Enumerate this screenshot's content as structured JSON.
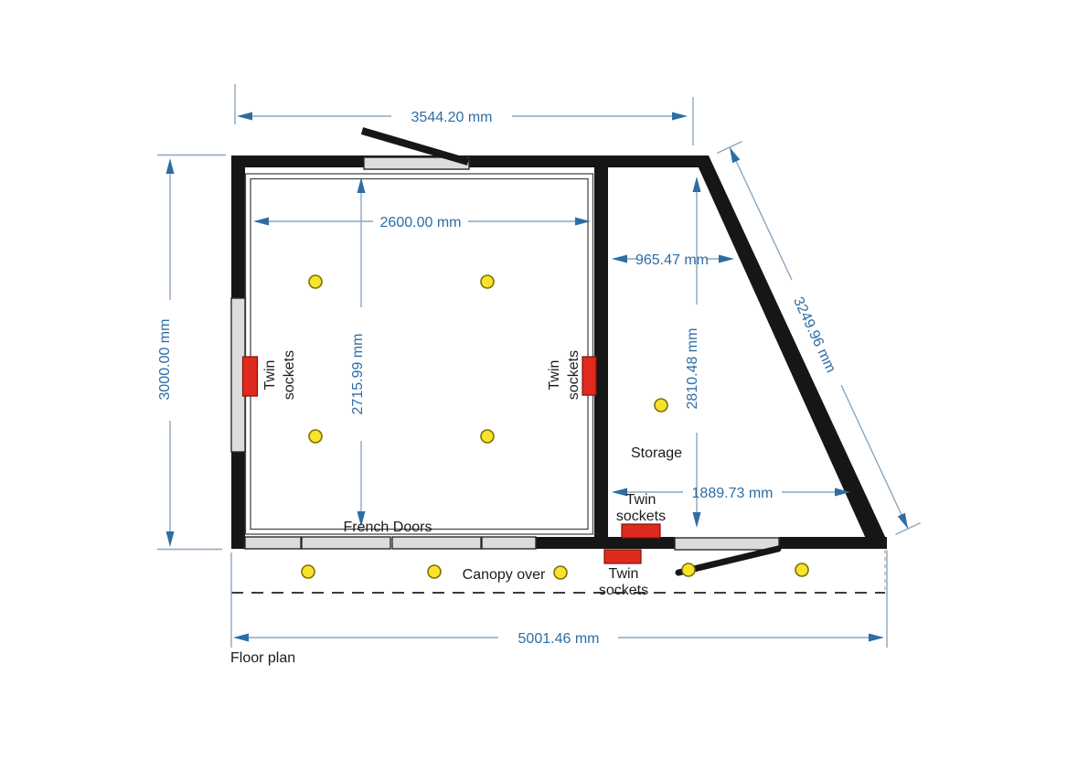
{
  "drawing": {
    "title": "Floor plan",
    "dimensions": {
      "top_width": "3544.20 mm",
      "overall_height": "3000.00 mm",
      "room_width": "2600.00 mm",
      "room_depth": "2715.99 mm",
      "storage_top_width": "965.47 mm",
      "storage_depth": "2810.48 mm",
      "storage_bottom_width": "1889.73 mm",
      "diagonal_wall_length": "3249.96 mm",
      "overall_width": "5001.46 mm"
    },
    "labels": {
      "storage": "Storage",
      "french_doors": "French Doors",
      "canopy": "Canopy over",
      "twin": "Twin",
      "sockets": "sockets"
    },
    "colors": {
      "wall": "#161616",
      "dimension_blue": "#2e6da4",
      "socket_red": "#df2b1e",
      "light_yellow": "#f6e32b",
      "panel_grey": "#dcdcdc"
    }
  }
}
